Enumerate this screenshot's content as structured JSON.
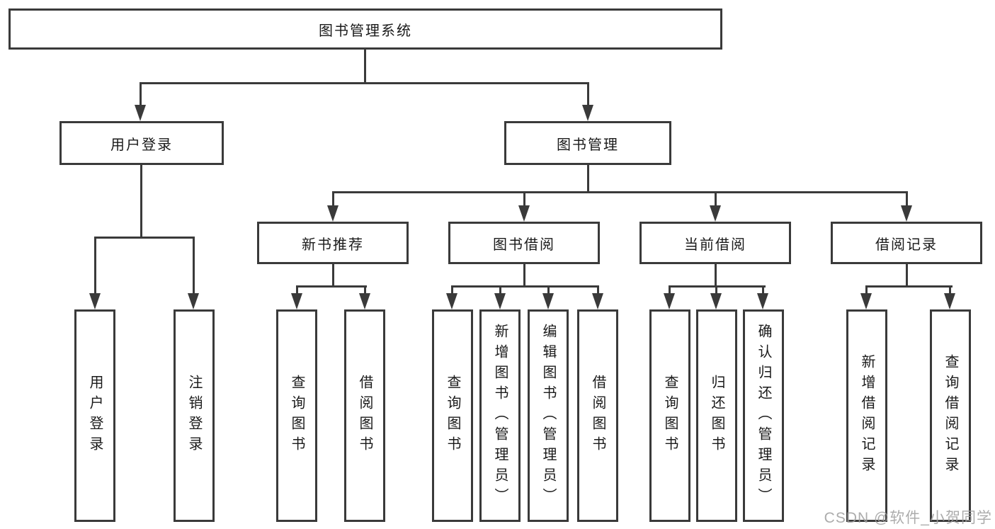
{
  "diagram": {
    "root": "图书管理系统",
    "branches": [
      {
        "label": "用户登录",
        "leaves": [
          "用户登录",
          "注销登录"
        ]
      },
      {
        "label": "图书管理",
        "children": [
          {
            "label": "新书推荐",
            "leaves": [
              "查询图书",
              "借阅图书"
            ]
          },
          {
            "label": "图书借阅",
            "leaves": [
              "查询图书",
              "新增图书（管理员）",
              "编辑图书（管理员）",
              "借阅图书"
            ]
          },
          {
            "label": "当前借阅",
            "leaves": [
              "查询图书",
              "归还图书",
              "确认归还（管理员）"
            ]
          },
          {
            "label": "借阅记录",
            "leaves": [
              "新增借阅记录",
              "查询借阅记录"
            ]
          }
        ]
      }
    ]
  },
  "watermark": {
    "text": "CSDN @软件_小贺同学"
  },
  "colors": {
    "line": "#3a3a3a",
    "box_border": "#3a3a3a",
    "box_fill": "#ffffff",
    "text": "#1a1a1a",
    "watermark": "#9e9e9e",
    "background": "#ffffff"
  }
}
